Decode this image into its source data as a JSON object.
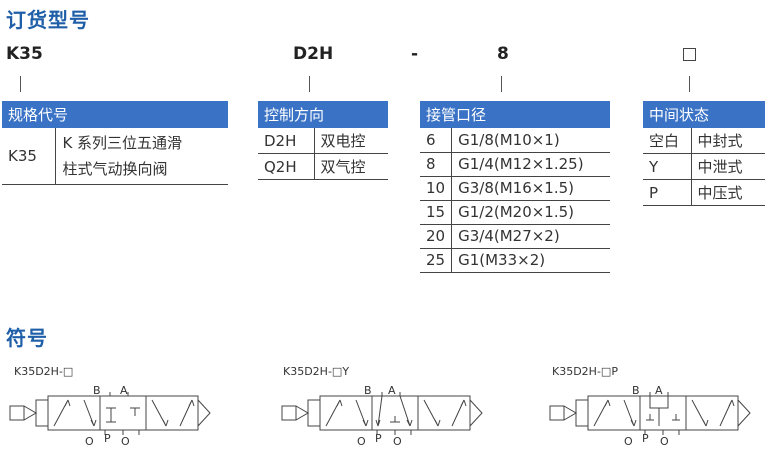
{
  "section_order_title": "订货型号",
  "section_symbol_title": "符号",
  "model": {
    "prefix": "K35",
    "control": "D2H",
    "dash": "-",
    "port": "8"
  },
  "tables": {
    "spec": {
      "header": "规格代号",
      "rows": [
        {
          "code": "K35",
          "desc_line1": "K 系列三位五通滑",
          "desc_line2": "柱式气动换向阀"
        }
      ]
    },
    "control": {
      "header": "控制方向",
      "rows": [
        {
          "code": "D2H",
          "desc": "双电控"
        },
        {
          "code": "Q2H",
          "desc": "双气控"
        }
      ]
    },
    "port": {
      "header": "接管口径",
      "rows": [
        {
          "code": "6",
          "desc": "G1/8(M10×1)"
        },
        {
          "code": "8",
          "desc": "G1/4(M12×1.25)"
        },
        {
          "code": "10",
          "desc": "G3/8(M16×1.5)"
        },
        {
          "code": "15",
          "desc": "G1/2(M20×1.5)"
        },
        {
          "code": "20",
          "desc": "G3/4(M27×2)"
        },
        {
          "code": "25",
          "desc": "G1(M33×2)"
        }
      ]
    },
    "middle": {
      "header": "中间状态",
      "rows": [
        {
          "code": "空白",
          "desc": "中封式"
        },
        {
          "code": "Y",
          "desc": "中泄式"
        },
        {
          "code": "P",
          "desc": "中压式"
        }
      ]
    }
  },
  "symbols": [
    {
      "label": "K35D2H-□",
      "port_b": "B",
      "port_a": "A",
      "port_o1": "O",
      "port_p": "P",
      "port_o2": "O"
    },
    {
      "label": "K35D2H-□Y",
      "port_b": "B",
      "port_a": "A",
      "port_o1": "O",
      "port_p": "P",
      "port_o2": "O"
    },
    {
      "label": "K35D2H-□P",
      "port_b": "B",
      "port_a": "A",
      "port_o1": "O",
      "port_p": "P",
      "port_o2": "O"
    }
  ]
}
